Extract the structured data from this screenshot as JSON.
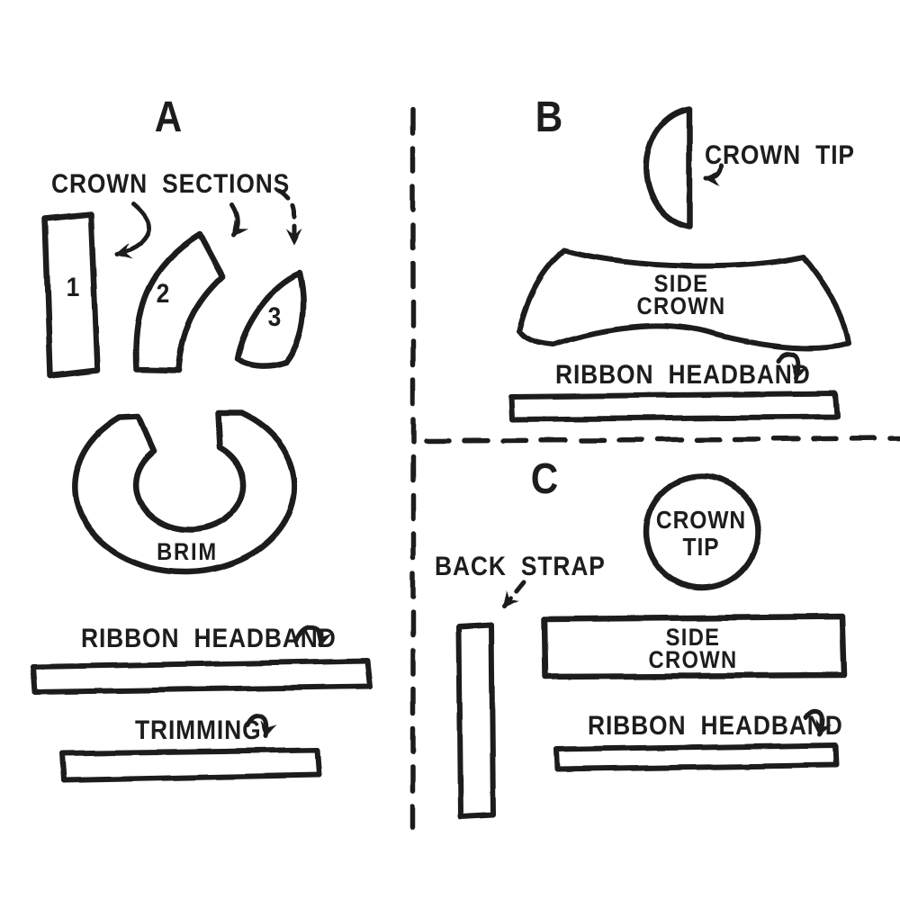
{
  "colors": {
    "ink": "#1e1e1e",
    "background": "#ffffff"
  },
  "diagram_title": "Hat pattern pieces diagram",
  "sections": {
    "a": {
      "letter": "A",
      "crown_sections_label": "CROWN SECTIONS",
      "pieces": [
        "1",
        "2",
        "3"
      ],
      "brim_label": "BRIM",
      "ribbon_headband_label": "RIBBON HEADBAND",
      "trimming_label": "TRIMMING"
    },
    "b": {
      "letter": "B",
      "crown_tip_label": "CROWN TIP",
      "side_crown_line1": "SIDE",
      "side_crown_line2": "CROWN",
      "ribbon_headband_label": "RIBBON HEADBAND"
    },
    "c": {
      "letter": "C",
      "crown_tip_line1": "CROWN",
      "crown_tip_line2": "TIP",
      "back_strap_label": "BACK STRAP",
      "side_crown_line1": "SIDE",
      "side_crown_line2": "CROWN",
      "ribbon_headband_label": "RIBBON HEADBAND"
    }
  }
}
